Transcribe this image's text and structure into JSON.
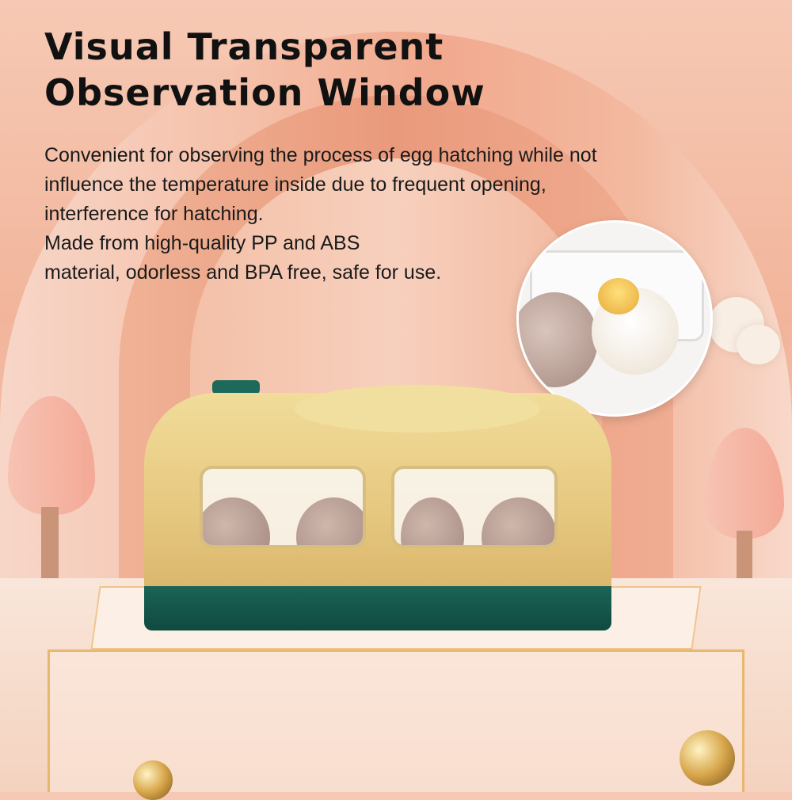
{
  "heading": {
    "line1": "Visual Transparent",
    "line2": "Observation Window"
  },
  "description": {
    "lines": [
      "Convenient for observing the process of egg hatching while not",
      "influence the temperature inside due to frequent opening,",
      "interference for hatching.",
      "Made from high-quality PP and ABS",
      "material, odorless and BPA free, safe for use."
    ]
  },
  "colors": {
    "device_body": "#e6c77e",
    "device_base": "#0f4a40",
    "background": "#f2b59b"
  }
}
